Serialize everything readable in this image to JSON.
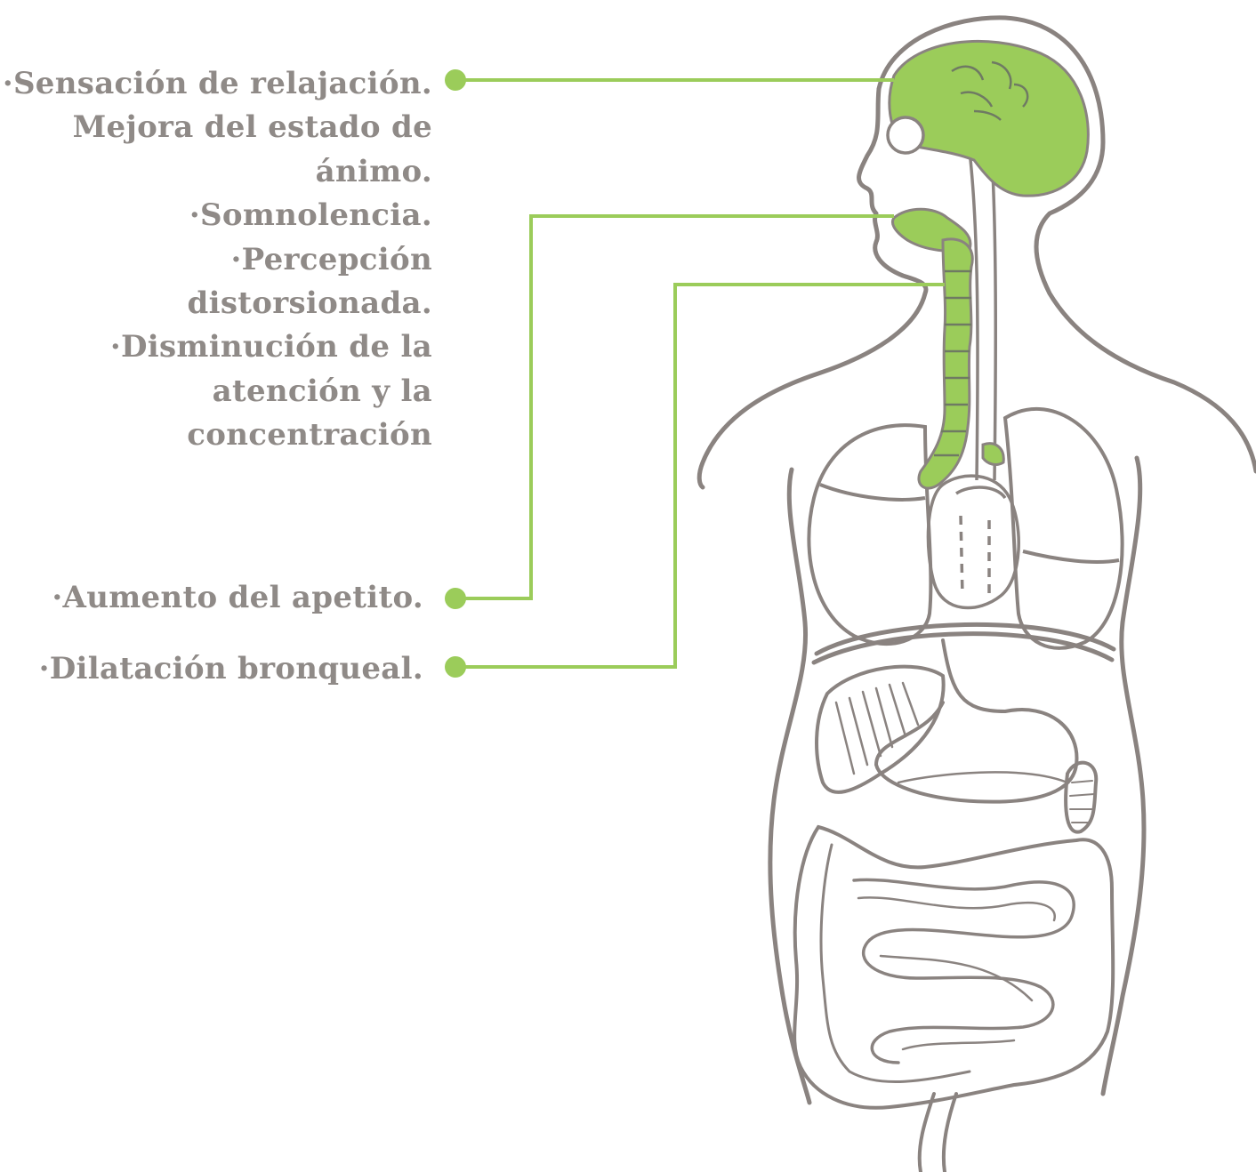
{
  "colors": {
    "accent": "#9bcc5a",
    "text": "#8f8a87",
    "outline": "#8a8380"
  },
  "labels": {
    "brain": [
      "·Sensación de relajación.",
      "Mejora del estado de",
      "ánimo.",
      "·Somnolencia.",
      "·Percepción",
      "distorsionada.",
      "·Disminución de la",
      "atención y la",
      "concentración"
    ],
    "appetite": "·Aumento del apetito.",
    "bronchial": "·Dilatación bronqueal."
  }
}
